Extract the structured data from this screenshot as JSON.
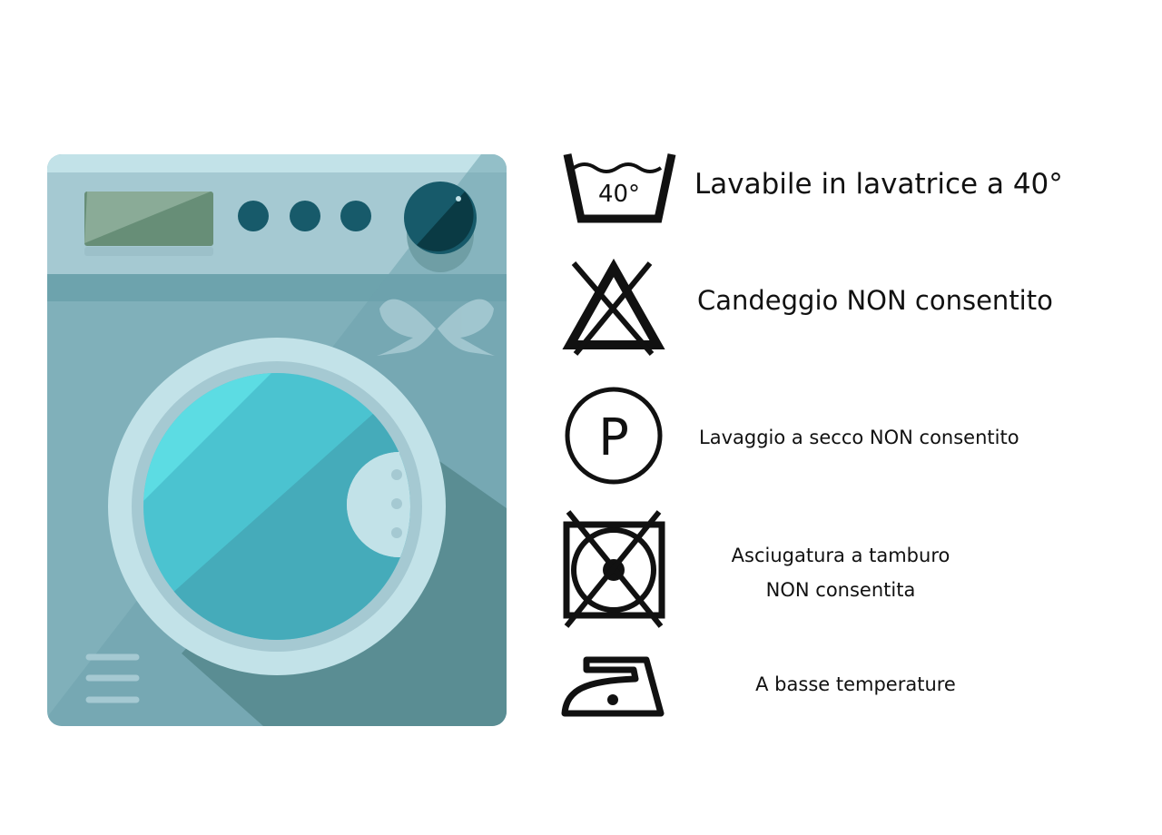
{
  "colors": {
    "top_strip": "#c2e2e8",
    "panel": "#a5c9d2",
    "band": "#6da3ad",
    "body": "#80b0ba",
    "shadow": "#5a8d93",
    "glass": "#4bc3d0",
    "knob": "#175a6a",
    "display": "#8aab97",
    "ink": "#111111"
  },
  "care_labels": [
    {
      "icon": "wash-40-icon",
      "temperature": "40°",
      "text": "Lavabile in lavatrice a 40°"
    },
    {
      "icon": "no-bleach-icon",
      "text": "Candeggio NON consentito"
    },
    {
      "icon": "dry-clean-p-icon",
      "letter": "P",
      "text": "Lavaggio a secco NON consentito"
    },
    {
      "icon": "no-tumble-dry-icon",
      "text_line1": "Asciugatura a tamburo",
      "text_line2": "NON consentita"
    },
    {
      "icon": "iron-low-icon",
      "text": "A basse temperature"
    }
  ]
}
